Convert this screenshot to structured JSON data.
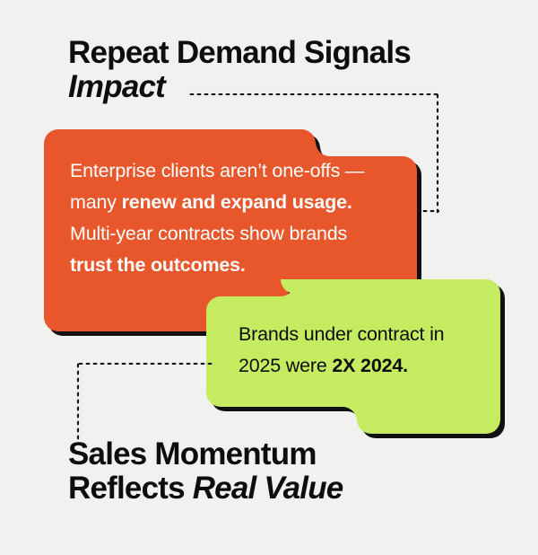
{
  "background_color": "#f1f1f0",
  "headings": {
    "top": {
      "line1": "Repeat Demand Signals",
      "line2": "Impact"
    },
    "bottom": {
      "line1": "Sales Momentum",
      "line2_regular": "Reflects ",
      "line2_italic": "Real Value"
    }
  },
  "cards": [
    {
      "id": "orange-card",
      "color": "#e8572b",
      "text_color": "#ffffff",
      "text_segments": [
        {
          "text": "Enterprise clients aren’t one-offs — many ",
          "bold": false
        },
        {
          "text": "renew and expand usage.",
          "bold": true
        },
        {
          "text": " Multi-year contracts show brands ",
          "bold": false
        },
        {
          "text": "trust the outcomes.",
          "bold": true
        }
      ],
      "plain_text": "Enterprise clients aren’t one-offs — many renew and expand usage. Multi-year contracts show brands trust the outcomes."
    },
    {
      "id": "green-card",
      "color": "#c5ec61",
      "text_color": "#0d0d0d",
      "text_segments": [
        {
          "text": "Brands under contract in 2025 were ",
          "bold": false
        },
        {
          "text": "2X 2024.",
          "bold": true
        }
      ],
      "plain_text": "Brands under contract in 2025 were 2X 2024."
    }
  ],
  "connectors": [
    {
      "id": "impact-to-orange-card",
      "style": "dotted",
      "color": "#141414"
    },
    {
      "id": "green-card-to-sales-momentum",
      "style": "dotted",
      "color": "#141414"
    }
  ],
  "shadow_color": "#111111"
}
